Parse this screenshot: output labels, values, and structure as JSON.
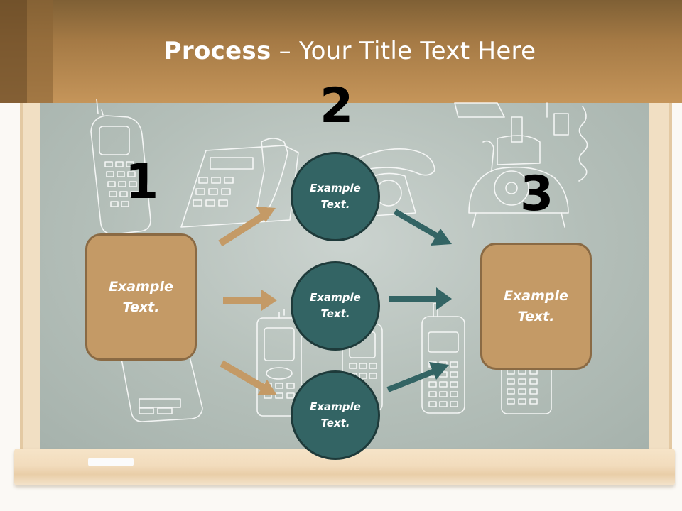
{
  "slide": {
    "title_bold": "Process",
    "title_rest": " – Your Title Text Here"
  },
  "steps": {
    "one": "1",
    "two": "2",
    "three": "3"
  },
  "left_box": {
    "line1": "Example",
    "line2": "Text."
  },
  "right_box": {
    "line1": "Example",
    "line2": "Text."
  },
  "circles": [
    {
      "line1": "Example",
      "line2": "Text."
    },
    {
      "line1": "Example",
      "line2": "Text."
    },
    {
      "line1": "Example",
      "line2": "Text."
    }
  ],
  "colors": {
    "header": "#a57a45",
    "box_fill": "#c49a66",
    "circle_fill": "#336464",
    "arrow_tan": "#c49a66",
    "arrow_teal": "#336464",
    "board": "#b4bfb9"
  }
}
